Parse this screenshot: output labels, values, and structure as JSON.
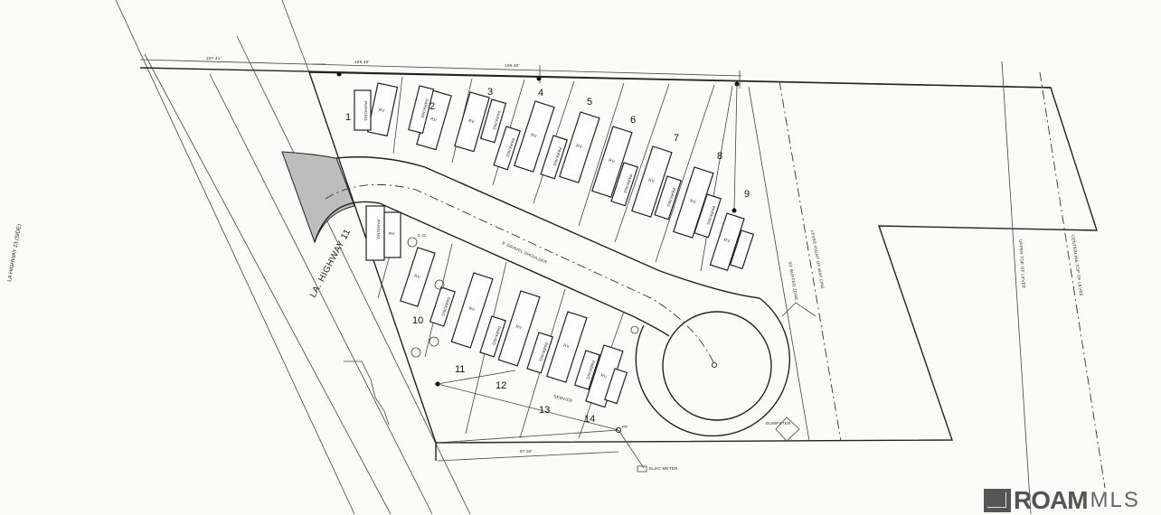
{
  "drawing": {
    "dimensions": {
      "top_left": "107.41'",
      "top_mid": "108.40'",
      "top_right": "108.40'",
      "bottom": "97.30'"
    },
    "labels": {
      "highway_11": "LA. HIGHWAY 11",
      "highway_side": "LA HIGHWAY 23 (SIDE)",
      "gravel_shoulder": "8' GRAVEL SHOULDER",
      "buffer_zone": "20' BUFFER ZONE",
      "levee_row": "LEVEE RIGHT OF WAY LINE",
      "upper_toe": "UPPER TOE OF LEVEE",
      "centerline": "CENTERLINE TOP OF LEVEE",
      "dumpster": "DUMPSTER",
      "elec_meter": "ELEC METER",
      "service": "SERVICE",
      "pp": "PP",
      "rv": "RV",
      "parking": "PARKING",
      "cleanout": "C.O."
    },
    "lots": [
      "1",
      "2",
      "3",
      "4",
      "5",
      "6",
      "7",
      "8",
      "9",
      "10",
      "11",
      "12",
      "13",
      "14"
    ]
  },
  "watermark": {
    "brand": "ROAM",
    "suffix": "MLS"
  }
}
